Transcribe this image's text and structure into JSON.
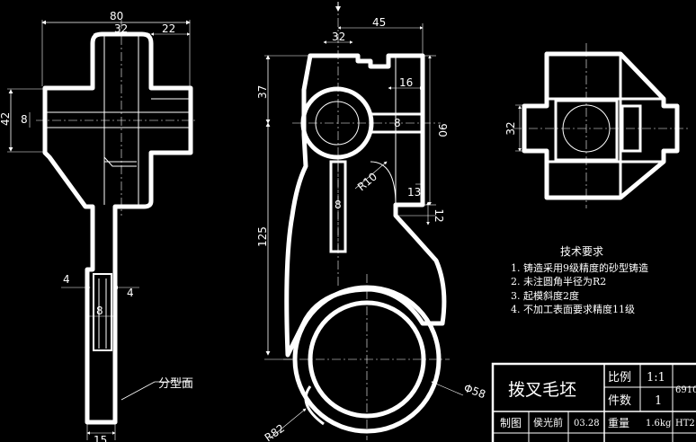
{
  "dims": {
    "front_80": "80",
    "front_32": "32",
    "front_22": "22",
    "front_42": "42",
    "front_8": "8",
    "front_4_left": "4",
    "front_4_right": "4",
    "front_8_bottom": "8",
    "front_15": "15",
    "side_45": "45",
    "side_32": "32",
    "side_37": "37",
    "side_16": "16",
    "side_8_hole": "8",
    "side_90": "90",
    "side_r10": "R10",
    "side_13": "13",
    "side_8_rib": "8",
    "side_125": "125",
    "side_12": "12",
    "side_phi58": "Φ58",
    "side_r82": "R82",
    "top_32": "32"
  },
  "labels": {
    "parting_surface": "分型面"
  },
  "requirements": {
    "title": "技术要求",
    "items": [
      "1. 铸造采用9级精度的砂型铸造",
      "2. 未注圆角半径为R2",
      "3. 起模斜度2度",
      "4. 不加工表面要求精度11级"
    ]
  },
  "title_block": {
    "part_name": "拨叉毛坯",
    "scale_label": "比例",
    "scale_value": "1:1",
    "count_label": "件数",
    "count_value": "1",
    "drawing_no": "6910",
    "drawn_label": "制图",
    "drawn_by": "侯光前",
    "date": "03.28",
    "weight_label": "重量",
    "weight_value": "1.6kg",
    "material": "HT2"
  }
}
